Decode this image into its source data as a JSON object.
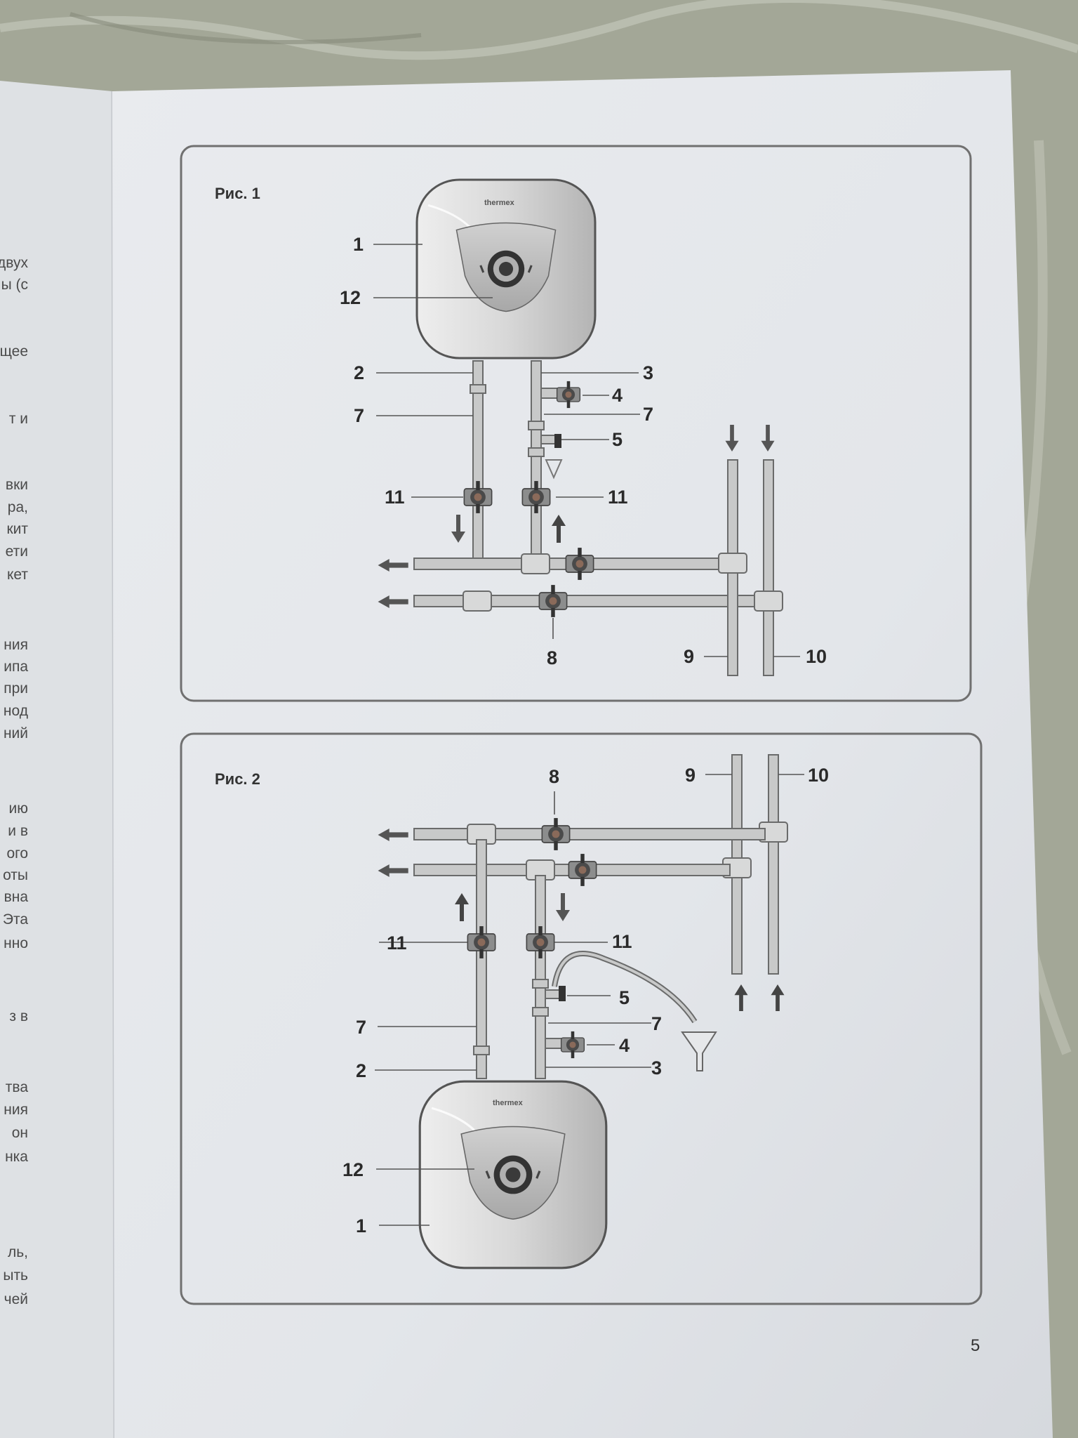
{
  "page_number": "5",
  "brand": "thermex",
  "left_page_fragments": [
    "двух",
    "ы (с",
    "щее",
    "т и",
    "вки",
    "ра,",
    "кит",
    "ети",
    "кет",
    "ния",
    "ипа",
    "при",
    "нод",
    "ний",
    "ию",
    "и в",
    "ого",
    "оты",
    "вна",
    "Эта",
    "нно",
    "з в",
    "тва",
    "ния",
    "он",
    "нка",
    "ль,",
    "ыть",
    "чей"
  ],
  "figures": [
    {
      "title": "Рис. 1",
      "labels": {
        "heater": "1",
        "panel": "12",
        "cold_outlet": "2",
        "hot_outlet": "3",
        "safety_valve": "4",
        "pipe_left": "7",
        "pipe_right": "7",
        "drain": "5",
        "shutoff_left": "11",
        "shutoff_right": "11",
        "bypass": "8",
        "cold_main": "9",
        "hot_main": "10"
      }
    },
    {
      "title": "Рис. 2",
      "labels": {
        "bypass": "8",
        "cold_main": "9",
        "hot_main": "10",
        "shutoff_left": "11",
        "shutoff_right": "11",
        "drain": "5",
        "pipe_left": "7",
        "pipe_right": "7",
        "safety_valve": "4",
        "cold_outlet": "2",
        "hot_outlet": "3",
        "panel": "12",
        "heater": "1"
      }
    }
  ]
}
